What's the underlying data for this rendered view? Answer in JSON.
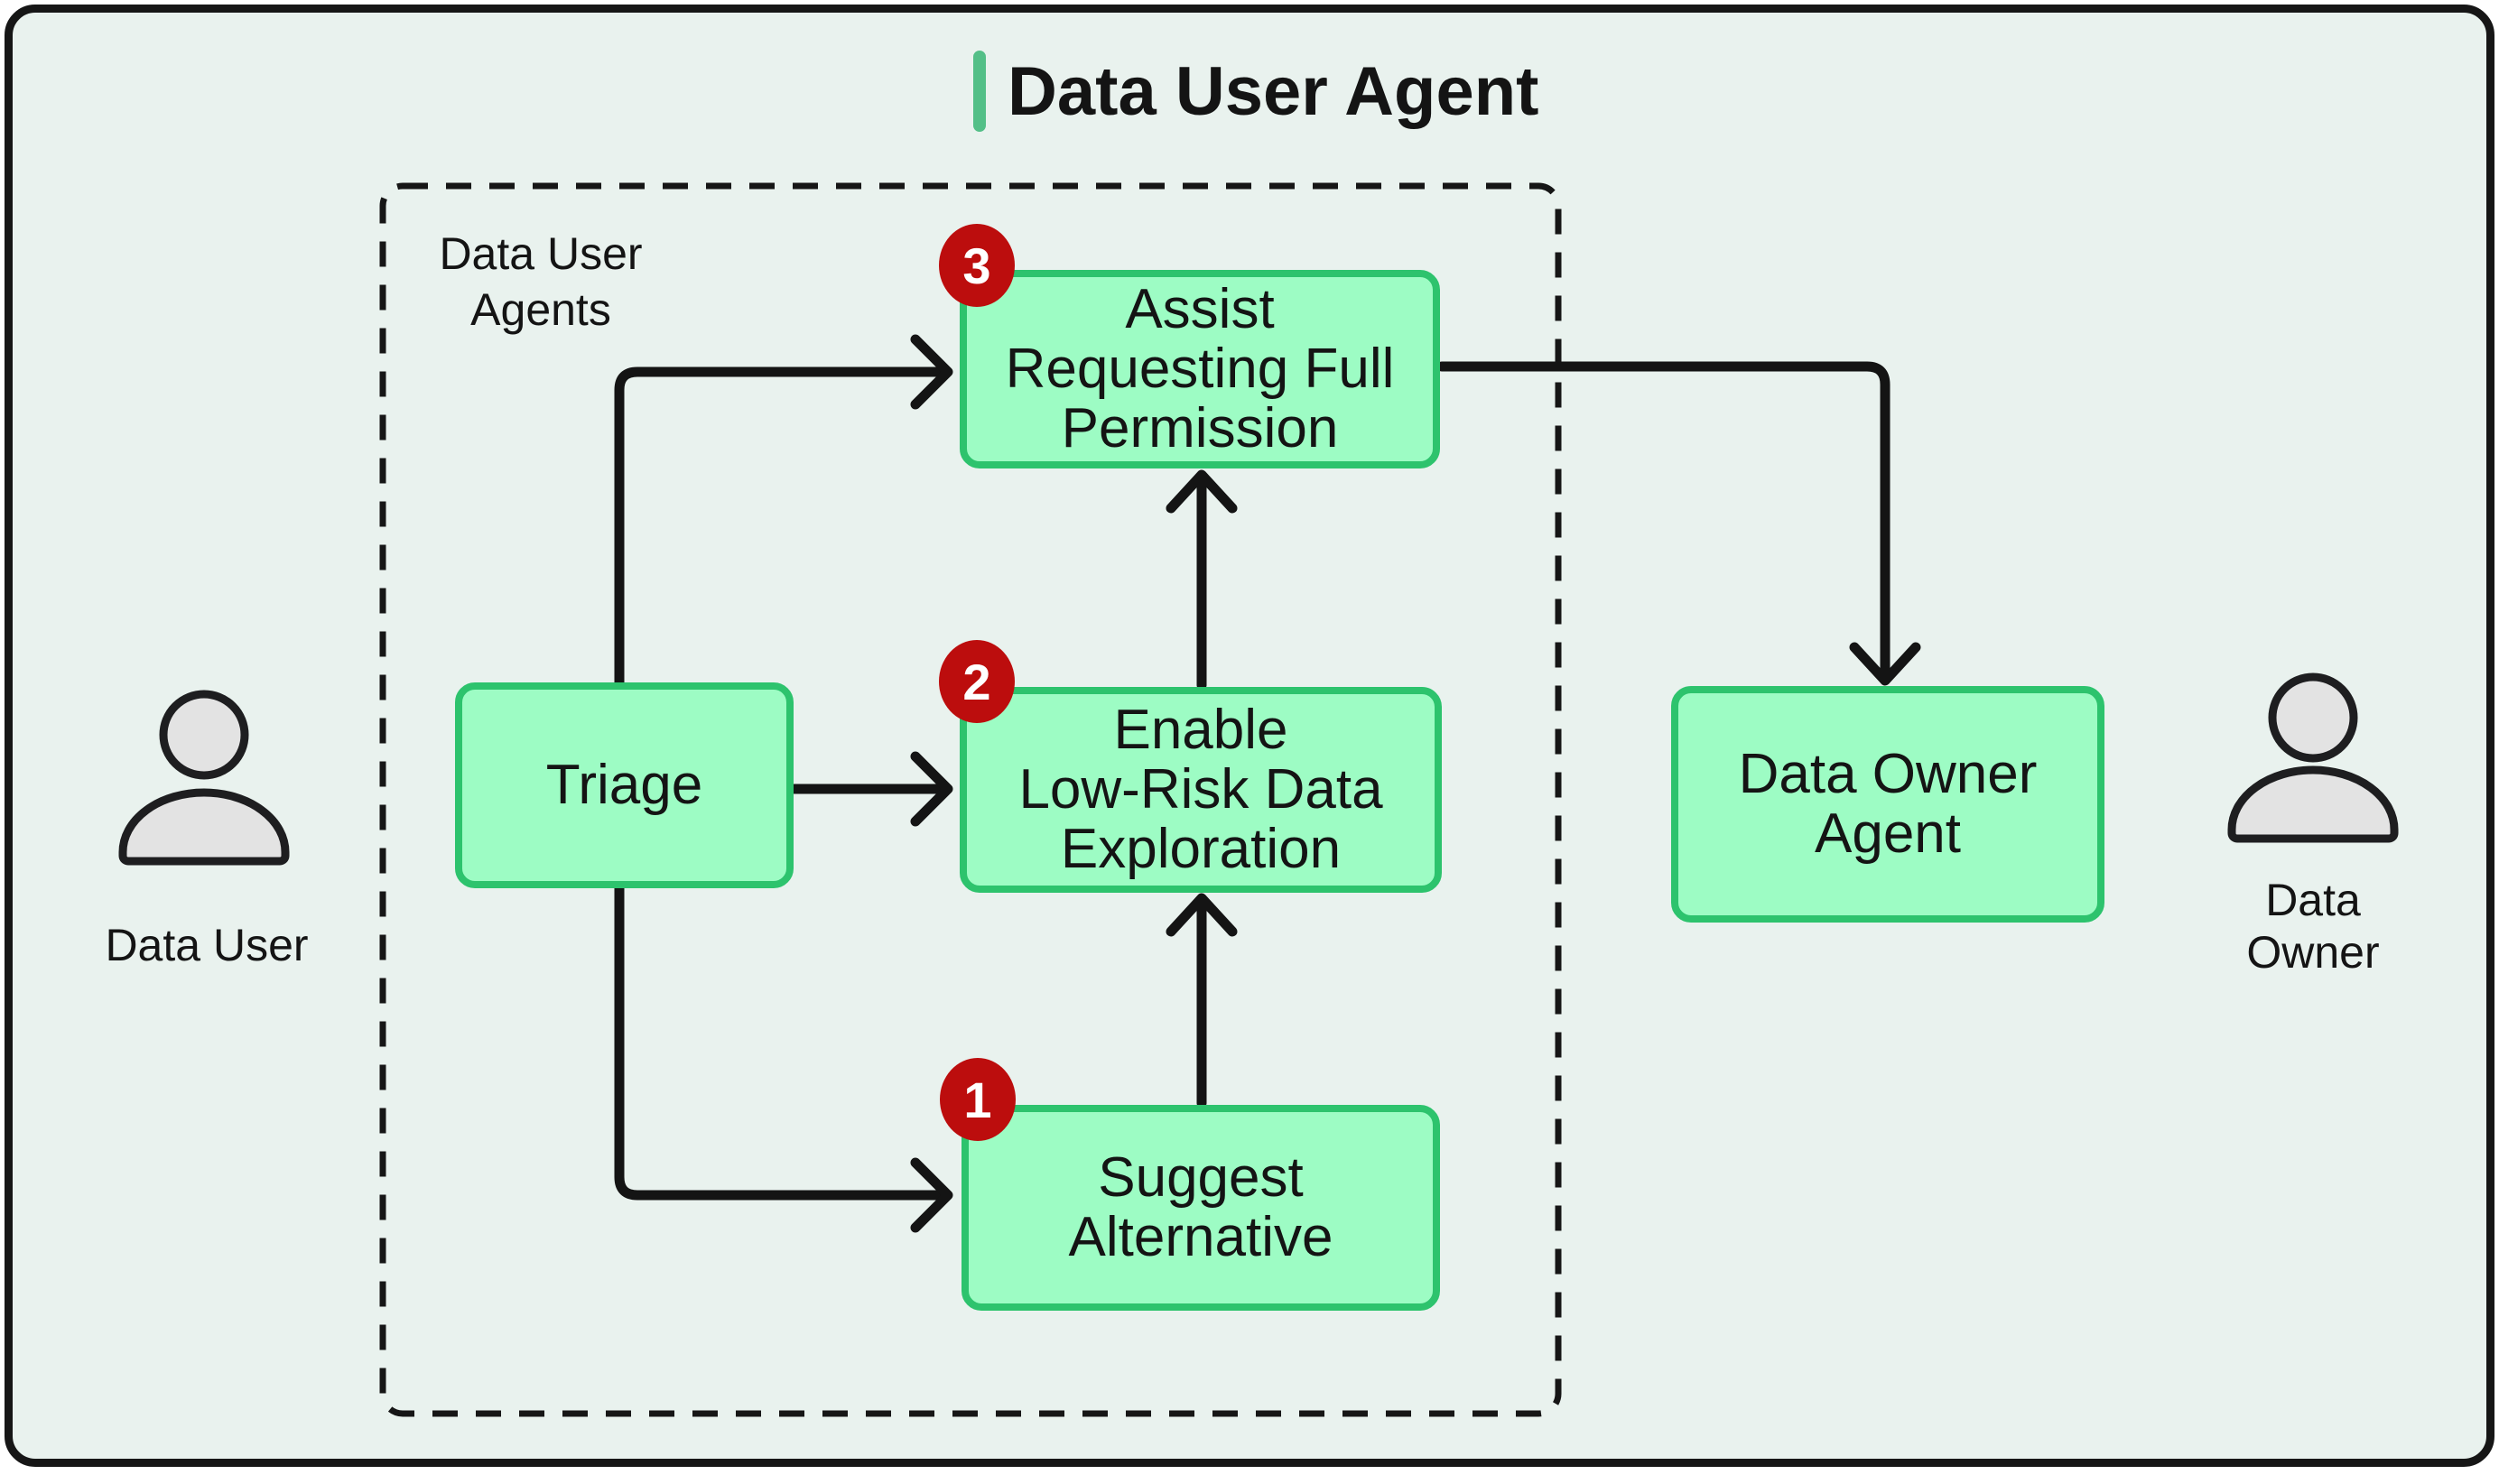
{
  "title": {
    "text": "Data User Agent"
  },
  "group": {
    "label": "Data User Agents"
  },
  "nodes": {
    "triage": {
      "label": "Triage"
    },
    "assist": {
      "badge": "3",
      "label": "Assist\nRequesting Full\nPermission"
    },
    "enable": {
      "badge": "2",
      "label": "Enable\nLow-Risk Data\nExploration"
    },
    "suggest": {
      "badge": "1",
      "label": "Suggest\nAlternative"
    },
    "data_owner_agent": {
      "label": "Data Owner\nAgent"
    }
  },
  "actors": {
    "data_user": {
      "label": "Data User"
    },
    "data_owner": {
      "label": "Data\nOwner"
    }
  },
  "colors": {
    "accent_green": "#53bf87",
    "node_fill": "#9dfcc4",
    "node_border": "#2dc36d",
    "badge_red": "#bc0d0d",
    "panel_bg": "#e9f2ee",
    "ink": "#141414"
  }
}
